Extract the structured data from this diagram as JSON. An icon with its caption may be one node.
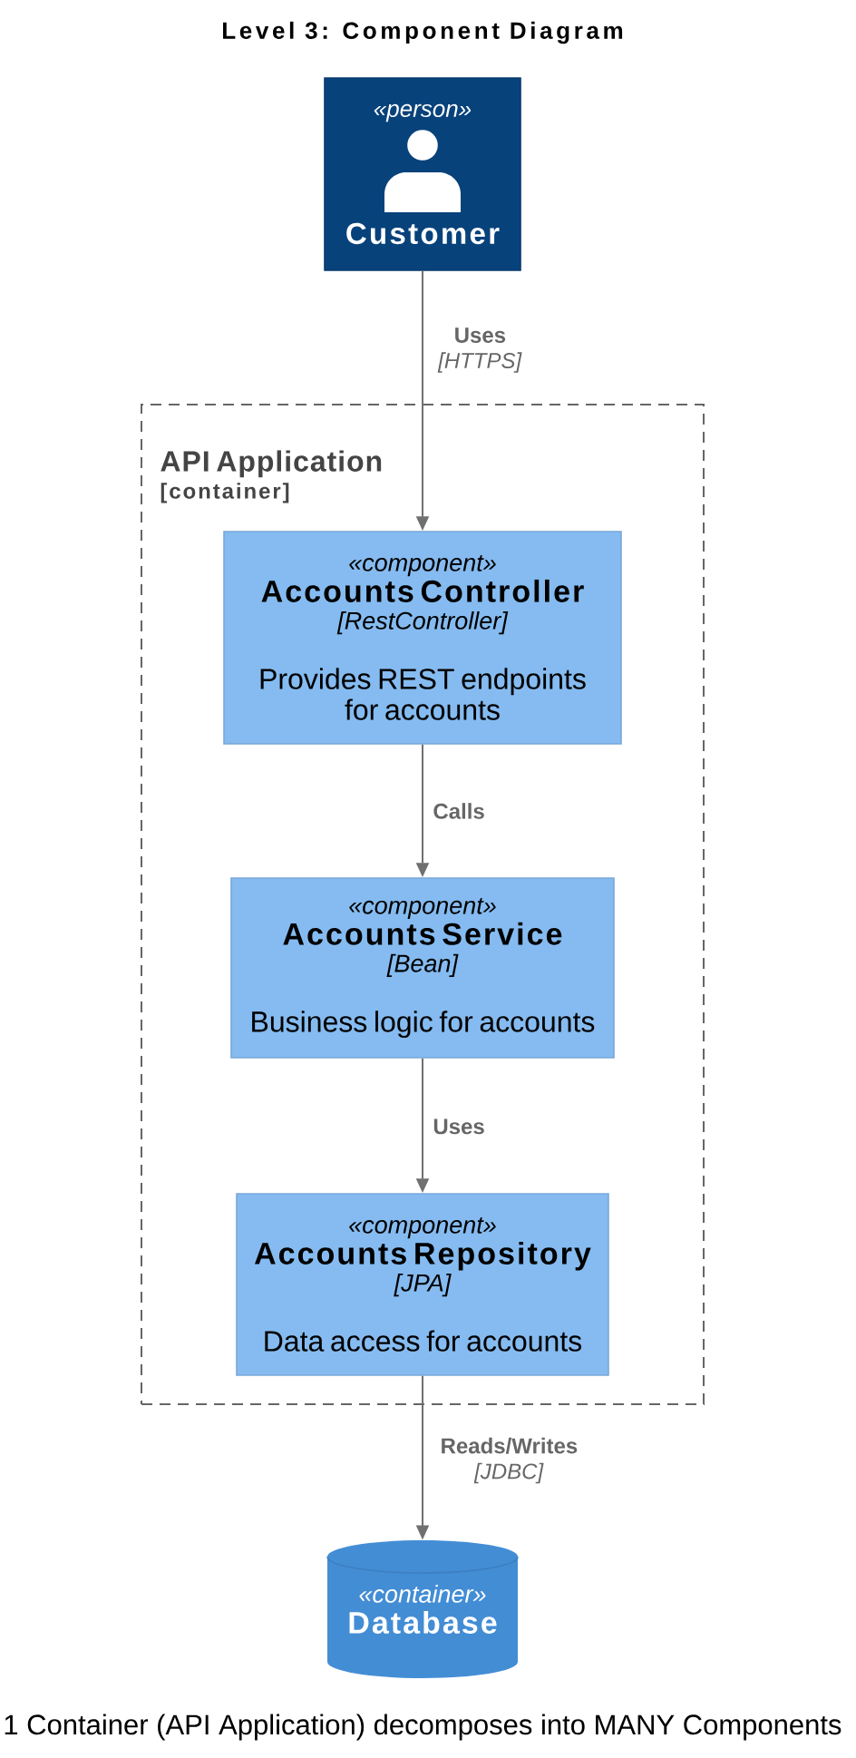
{
  "diagram": {
    "title": "Level 3: Component Diagram",
    "caption": "1 Container (API Application) decomposes into MANY Components",
    "nodes": [
      {
        "text": [
          "«person»",
          "Customer"
        ]
      },
      {
        "text": [
          "API Application",
          "[container]"
        ]
      },
      {
        "text": [
          "«component»",
          "Accounts Controller",
          "[RestController]",
          "Provides REST endpoints for accounts"
        ],
        "in": 1
      },
      {
        "text": [
          "«component»",
          "Accounts Service",
          "[Bean]",
          "Business logic for accounts"
        ],
        "in": 1
      },
      {
        "text": [
          "«component»",
          "Accounts Repository",
          "[JPA]",
          "Data access for accounts"
        ],
        "in": 1
      },
      {
        "text": [
          "«container»",
          "Database"
        ]
      }
    ],
    "edges": [
      {
        "from": 0,
        "to": 2,
        "arrow": "to",
        "label": "**Uses** *[HTTPS]*"
      },
      {
        "from": 2,
        "to": 3,
        "arrow": "to",
        "label": "Calls"
      },
      {
        "from": 3,
        "to": 4,
        "arrow": "to",
        "label": "Uses"
      },
      {
        "from": 4,
        "to": 5,
        "arrow": "to",
        "label": "**Reads/Writes** *[JDBC]*"
      }
    ]
  }
}
